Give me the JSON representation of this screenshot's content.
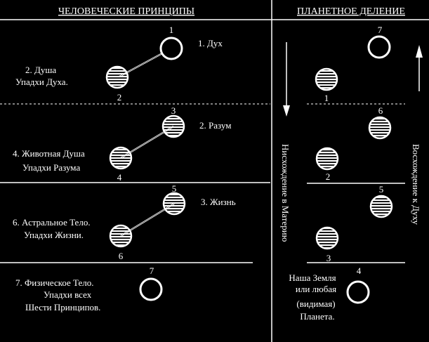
{
  "left_header": "ЧЕЛОВЕЧЕСКИЕ ПРИНЦИПЫ",
  "right_header": "ПЛАНЕТНОЕ ДЕЛЕНИЕ",
  "left": {
    "pairs": [
      {
        "upper_number": "1",
        "upper_name": "1. Дух",
        "lower_number": "2",
        "lower_name_line1": "2. Душа",
        "lower_name_line2": "Упадхи Духа."
      },
      {
        "upper_number": "3",
        "upper_name": "2. Разум",
        "lower_number": "4",
        "lower_name_line1": "4. Животная Душа",
        "lower_name_line2": "Упадхи Разума"
      },
      {
        "upper_number": "5",
        "upper_name": "3. Жизнь",
        "lower_number": "6",
        "lower_name_line1": "6. Астральное Тело.",
        "lower_name_line2": "Упадхи Жизни."
      }
    ],
    "physical": {
      "number": "7",
      "line1": "7. Физическое Тело.",
      "line2": "Упадхи всех",
      "line3": "Шести Принципов."
    }
  },
  "right": {
    "globes": [
      {
        "number": "7",
        "type": "open"
      },
      {
        "number": "1",
        "type": "hatched"
      },
      {
        "number": "6",
        "type": "hatched"
      },
      {
        "number": "2",
        "type": "hatched"
      },
      {
        "number": "5",
        "type": "hatched"
      },
      {
        "number": "3",
        "type": "hatched"
      },
      {
        "number": "4",
        "type": "dark"
      }
    ],
    "earth_line1": "Наша Земля",
    "earth_line2": "или любая",
    "earth_line3": "(видимая)",
    "earth_line4": "Планета.",
    "left_arrow_text": "Нисхождение в Материю",
    "right_arrow_text": "Восхождение к Духу"
  }
}
